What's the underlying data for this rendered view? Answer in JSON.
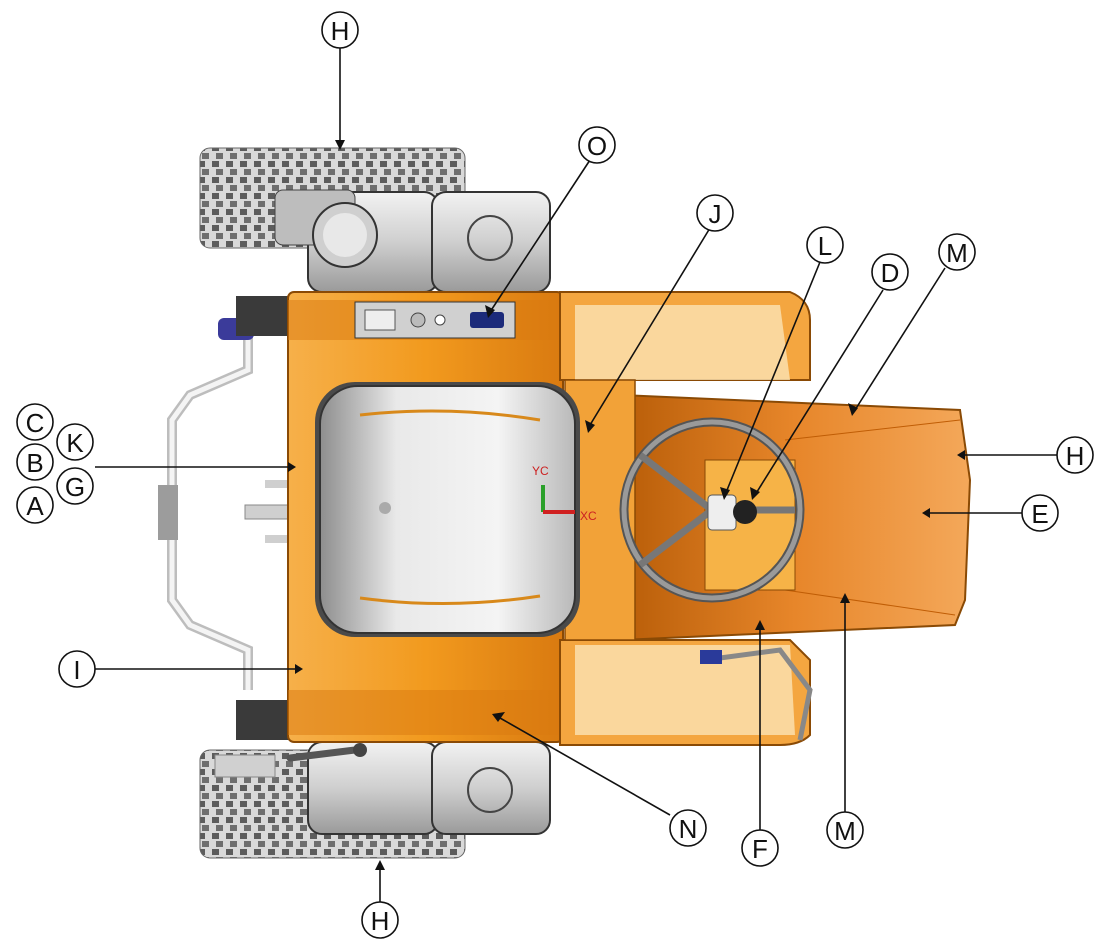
{
  "diagram": {
    "subject": "Ride-on vehicle, top view",
    "axis_labels": {
      "y": "YC",
      "x": "XC"
    },
    "callouts": {
      "H_top": "H",
      "O": "O",
      "J": "J",
      "L": "L",
      "D": "D",
      "M_top": "M",
      "H_right": "H",
      "E": "E",
      "C": "C",
      "K": "K",
      "B": "B",
      "G": "G",
      "A": "A",
      "I": "I",
      "N": "N",
      "F": "F",
      "M_bottom": "M",
      "H_bottom": "H"
    },
    "colors": {
      "body_orange": "#f29a1e",
      "body_dark": "#c9690c",
      "tank_gray": "#d8d8d8",
      "seat_gray": "#cfcfcf",
      "tire_gray": "#8a8a8a",
      "axle_blue": "#3b3b9a"
    }
  }
}
